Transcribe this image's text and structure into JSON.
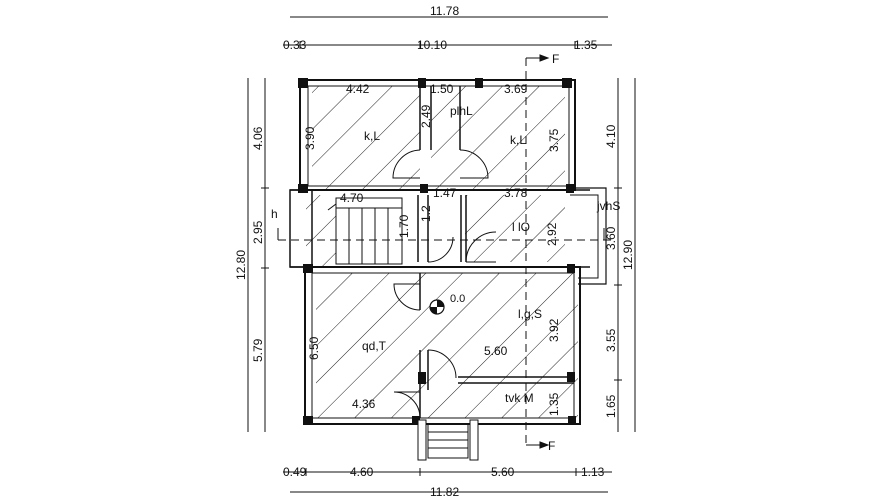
{
  "dimensions": {
    "top_overall": "11.78",
    "top_left": "0.33",
    "top_middle": "10.10",
    "top_right": "1.35",
    "bottom_left": "0.49",
    "bottom_a": "4.60",
    "bottom_b": "5.60",
    "bottom_right": "1.13",
    "bottom_overall": "11.82",
    "left_overall": "12.80",
    "left_top": "4.06",
    "left_middle": "2.95",
    "left_bottom": "5.79",
    "right_overall": "12.90",
    "right_top": "4.10",
    "right_middle": "3.60",
    "right_lower": "3.55",
    "right_bottom": "1.65"
  },
  "rooms": {
    "room_kl_left": {
      "label": "k,L",
      "width": "4.42",
      "height": "3.90"
    },
    "room_phl": {
      "label": "plhL",
      "width": "1.50",
      "height": "2.49"
    },
    "room_kl_right": {
      "label": "k,L",
      "width": "3.69",
      "height": "3.75"
    },
    "stairs": {
      "width": "4.70",
      "height": "1.70"
    },
    "corridor": {
      "width": "1.47",
      "height": "1.2"
    },
    "room_lio": {
      "label": "l lO",
      "width": "3.78",
      "height": "2.92"
    },
    "jvhs": {
      "label": "jvhS"
    },
    "room_lgs": {
      "label": "l,g,S",
      "height": "3.92"
    },
    "room_qdt": {
      "label": "qd,T",
      "height": "6.50"
    },
    "inner_dim": "5.60",
    "bottom_room_width": "4.36",
    "room_tvkm": {
      "label": "tvk M",
      "height": "1.35"
    }
  },
  "level": "0.0",
  "section": {
    "label": "F",
    "arrow_h": "h"
  }
}
